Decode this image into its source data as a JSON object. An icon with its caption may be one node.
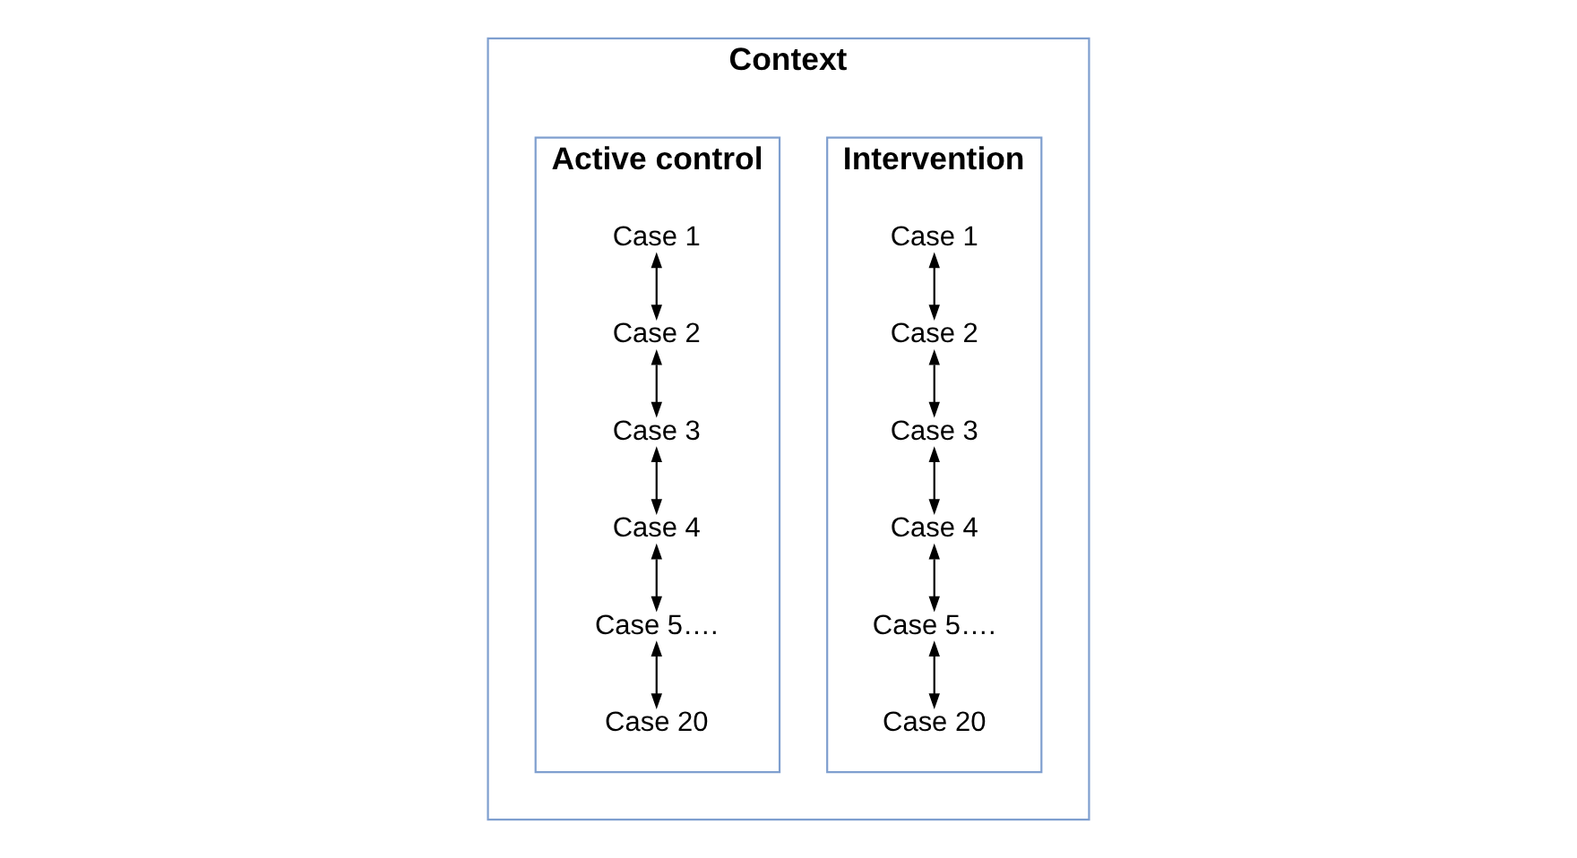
{
  "diagram": {
    "nodes": [
      {
        "text": [
          "Context"
        ]
      },
      {
        "text": [
          "Intervention"
        ],
        "in": 0
      },
      {
        "text": [
          "Case 1"
        ],
        "in": 1
      },
      {
        "text": [
          "Case 2"
        ],
        "in": 1
      },
      {
        "text": [
          "Case 3"
        ],
        "in": 1
      },
      {
        "text": [
          "Case 4"
        ],
        "in": 1
      },
      {
        "text": [
          "Case 5…."
        ],
        "in": 1
      },
      {
        "text": [
          "Case 20"
        ],
        "in": 1
      },
      {
        "text": [
          "Active control"
        ],
        "in": 0
      },
      {
        "text": [
          "Case 1"
        ],
        "in": 8
      },
      {
        "text": [
          "Case 2"
        ],
        "in": 8
      },
      {
        "text": [
          "Case 3"
        ],
        "in": 8
      },
      {
        "text": [
          "Case 4"
        ],
        "in": 8
      },
      {
        "text": [
          "Case 5…."
        ],
        "in": 8
      },
      {
        "text": [
          "Case 20"
        ],
        "in": 8
      }
    ],
    "edges": [
      {
        "from": 2,
        "to": 3,
        "arrow": "both"
      },
      {
        "from": 3,
        "to": 4,
        "arrow": "both"
      },
      {
        "from": 4,
        "to": 5,
        "arrow": "both"
      },
      {
        "from": 5,
        "to": 6,
        "arrow": "both"
      },
      {
        "from": 6,
        "to": 7,
        "arrow": "both"
      },
      {
        "from": 9,
        "to": 10,
        "arrow": "both"
      },
      {
        "from": 10,
        "to": 11,
        "arrow": "both"
      },
      {
        "from": 11,
        "to": 12,
        "arrow": "both"
      },
      {
        "from": 12,
        "to": 13,
        "arrow": "both"
      },
      {
        "from": 13,
        "to": 14,
        "arrow": "both"
      }
    ]
  }
}
